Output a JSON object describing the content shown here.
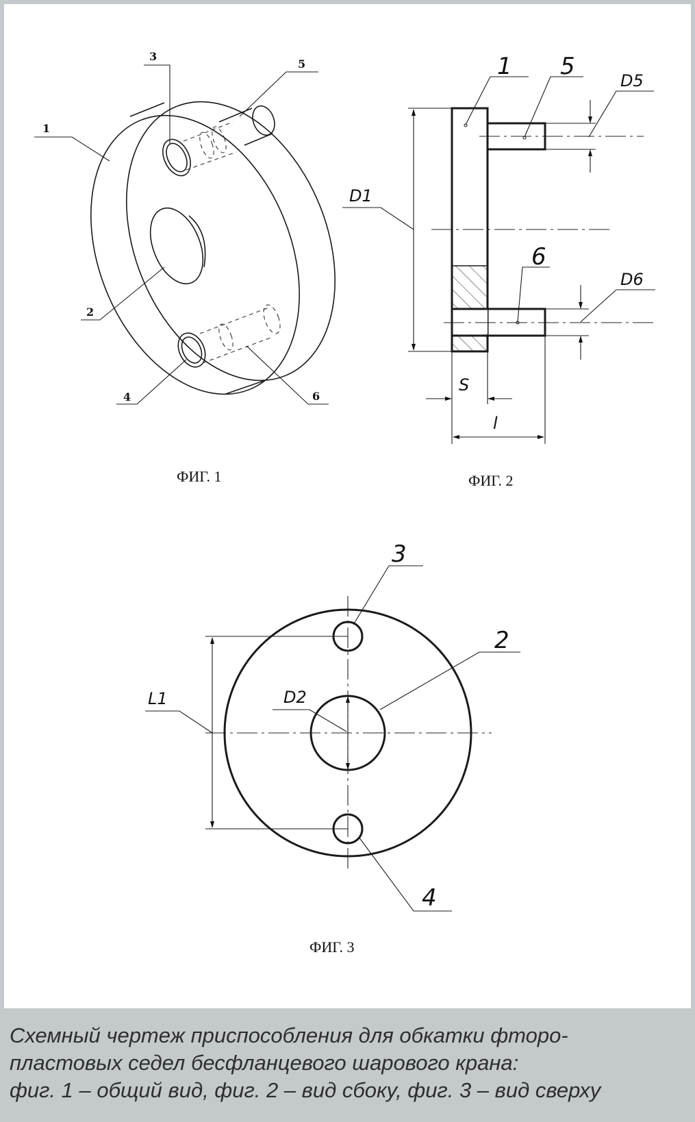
{
  "figures": {
    "fig1": {
      "caption": "ФИГ. 1",
      "labels": {
        "p1": "1",
        "p2": "2",
        "p3": "3",
        "p4": "4",
        "p5": "5",
        "p6": "6"
      }
    },
    "fig2": {
      "caption": "ФИГ. 2",
      "labels": {
        "p1": "1",
        "p5": "5",
        "p6": "6"
      },
      "dimensions": {
        "d1": "D1",
        "d5": "D5",
        "d6": "D6",
        "s": "S",
        "l": "l"
      }
    },
    "fig3": {
      "caption": "ФИГ. 3",
      "labels": {
        "p2": "2",
        "p3": "3",
        "p4": "4"
      },
      "dimensions": {
        "l1": "L1",
        "d2": "D2"
      }
    }
  },
  "caption": {
    "line1": "Схемный чертеж приспособления для обкатки фторо-",
    "line2": "пластовых седел бесфланцевого шарового крана:",
    "line3": "фиг. 1 – общий вид, фиг. 2 – вид сбоку, фиг. 3 – вид сверху"
  },
  "colors": {
    "frame": "#c4c9cb",
    "caption_text": "#2e2e2e",
    "lines": "#1a1a1a"
  }
}
